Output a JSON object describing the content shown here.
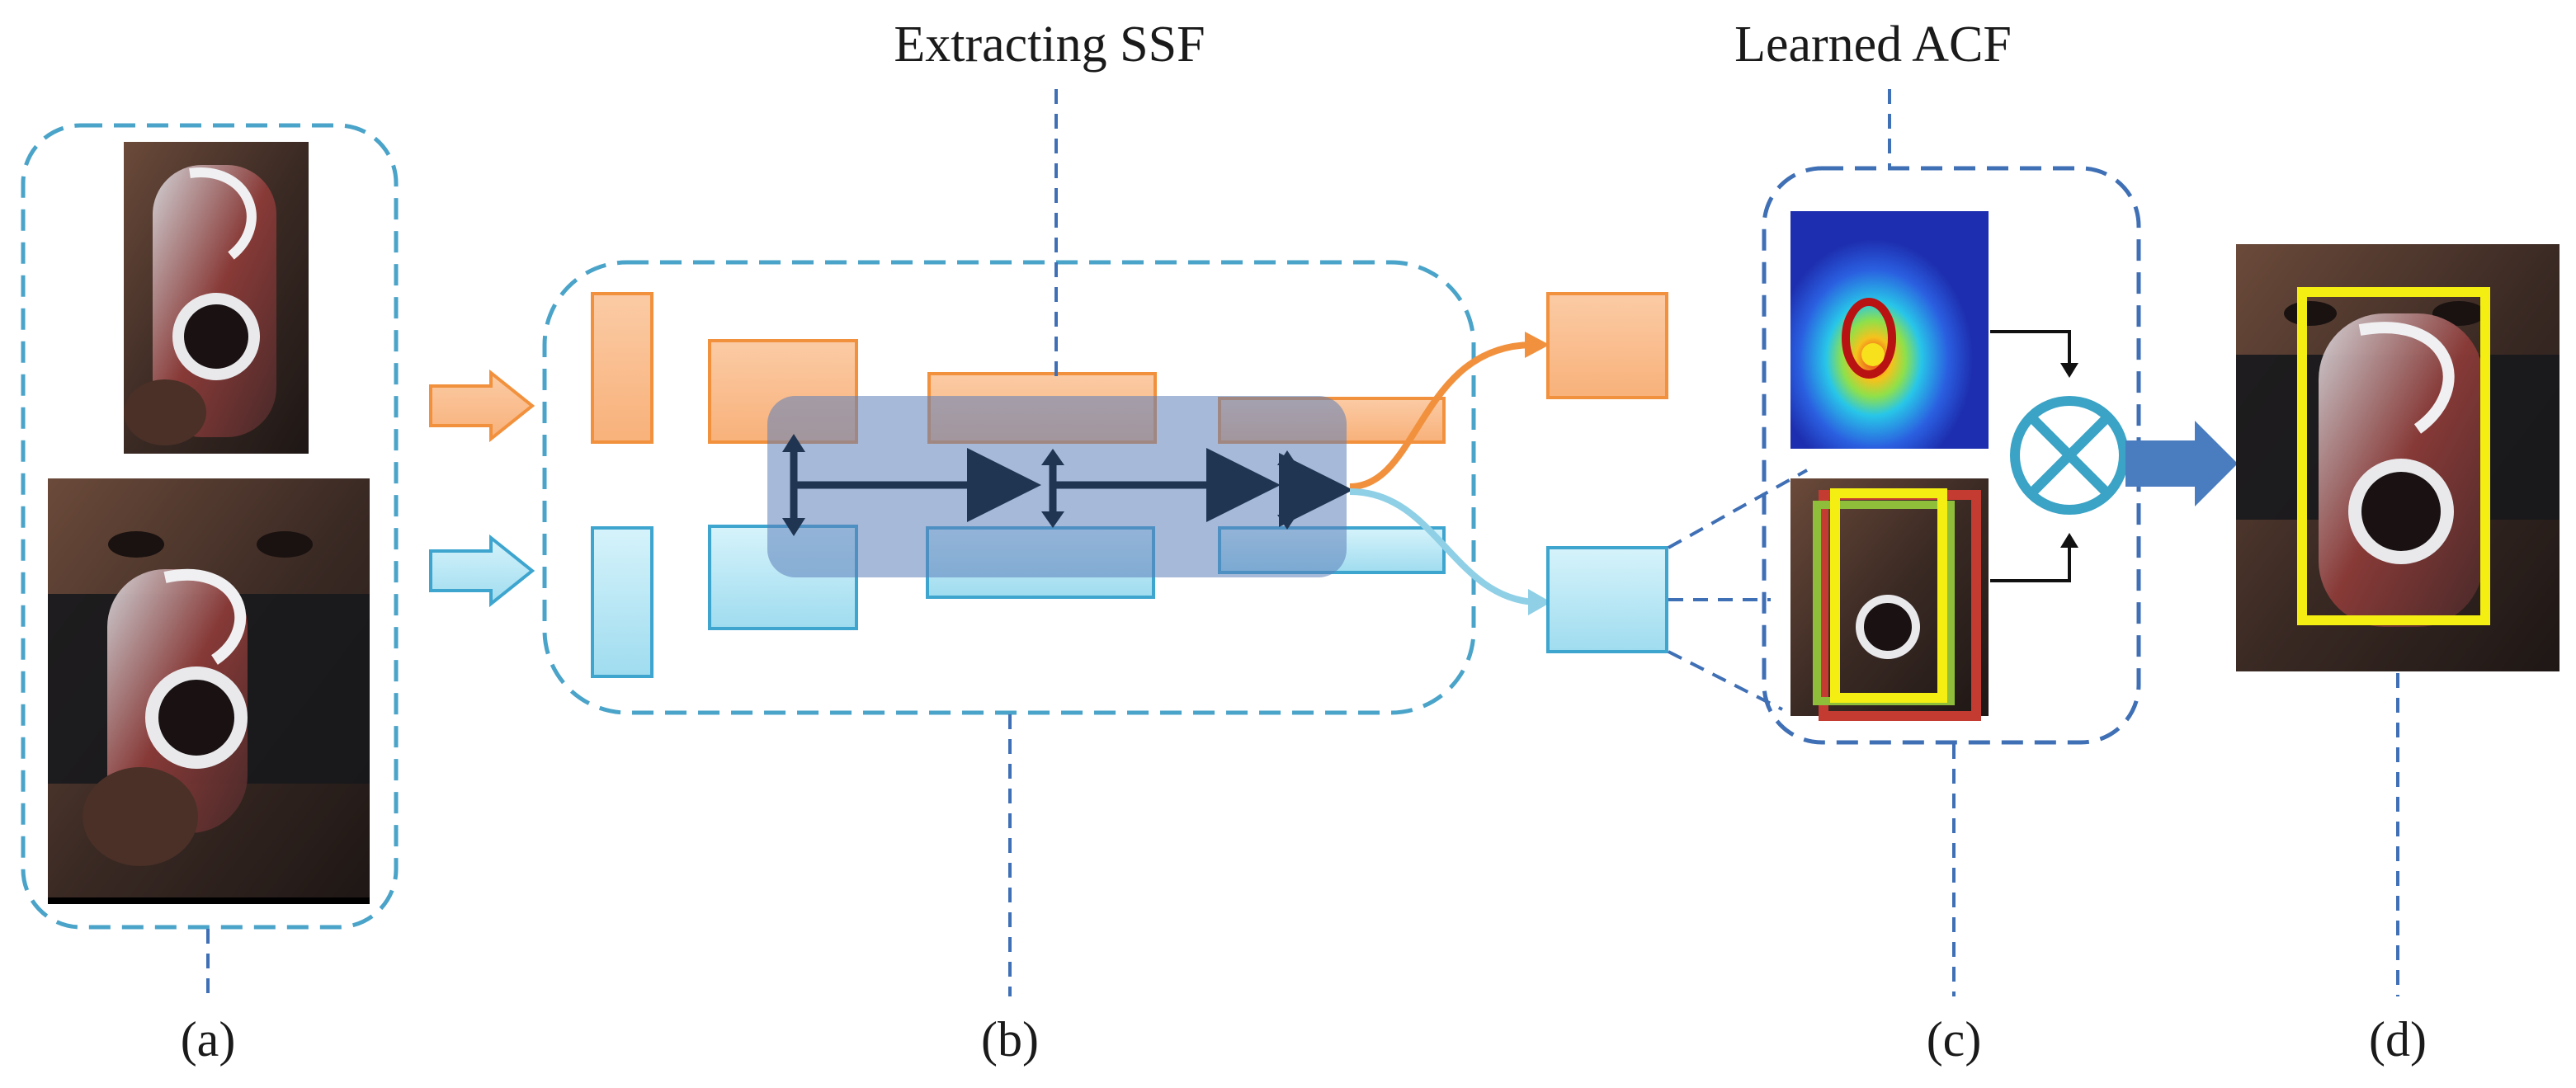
{
  "title_left": "Extracting SSF",
  "title_right": "Learned ACF",
  "labels": {
    "a": "(a)",
    "b": "(b)",
    "c": "(c)",
    "d": "(d)"
  },
  "colors": {
    "dashed_panel": "#4aa3c8",
    "dashed_lead": "#3f6fb5",
    "orange_fill": "#fbc195",
    "orange_stroke": "#f2913d",
    "blue_fill": "#bfeaf6",
    "blue_stroke": "#3ea5cf",
    "fusion_box": "#6f8fc4",
    "arrow_dark": "#1f3552",
    "yellow_box": "#f4ee12",
    "red_box": "#c43b32",
    "green_box": "#8fbf3a",
    "multiply_symbol": "#3aa3c6",
    "output_arrow": "#4a7cc0"
  },
  "icons": [
    "multiply-circle-icon",
    "heatmap-thumbnail",
    "template-photo",
    "search-photo",
    "result-photo"
  ]
}
